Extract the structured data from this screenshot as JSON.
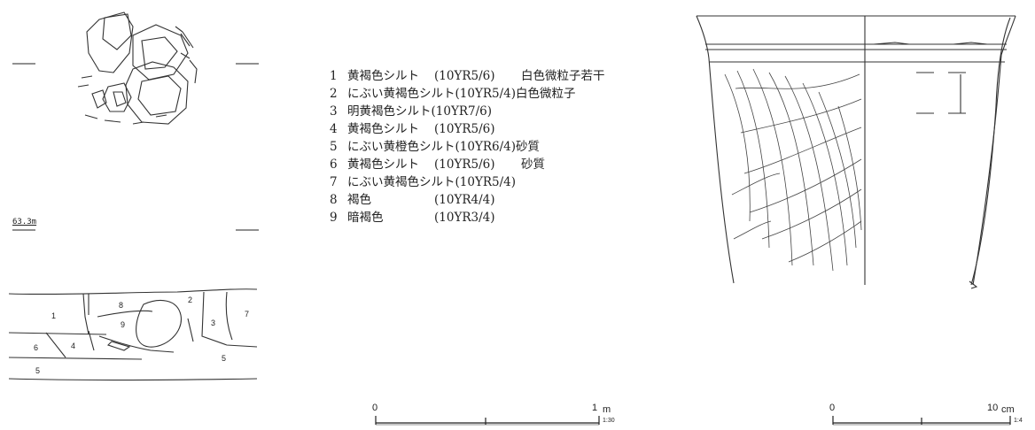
{
  "elevation": "63.3m",
  "legend": [
    {
      "num": "1",
      "desc": "黄褐色シルト",
      "code": "(10YR5/6)",
      "note": "白色微粒子若干"
    },
    {
      "num": "2",
      "desc": "にぶい黄褐色シルト",
      "code": "(10YR5/4)",
      "note": "白色微粒子"
    },
    {
      "num": "3",
      "desc": "明黄褐色シルト",
      "code": "(10YR7/6)",
      "note": ""
    },
    {
      "num": "4",
      "desc": "黄褐色シルト",
      "code": "(10YR5/6)",
      "note": ""
    },
    {
      "num": "5",
      "desc": "にぶい黄橙色シルト",
      "code": "(10YR6/4)",
      "note": "砂質"
    },
    {
      "num": "6",
      "desc": "黄褐色シルト",
      "code": "(10YR5/6)",
      "note": "砂質"
    },
    {
      "num": "7",
      "desc": "にぶい黄褐色シルト",
      "code": "(10YR5/4)",
      "note": ""
    },
    {
      "num": "8",
      "desc": "褐色",
      "code": "(10YR4/4)",
      "note": ""
    },
    {
      "num": "9",
      "desc": "暗褐色",
      "code": "(10YR3/4)",
      "note": ""
    }
  ],
  "section_labels": [
    "1",
    "2",
    "3",
    "4",
    "5",
    "5",
    "6",
    "7",
    "8",
    "9"
  ],
  "scale_left": {
    "start": "0",
    "end": "1",
    "unit": "m",
    "ratio": "1:30"
  },
  "scale_right": {
    "start": "0",
    "end": "10",
    "unit": "cm",
    "ratio": "1:4"
  }
}
